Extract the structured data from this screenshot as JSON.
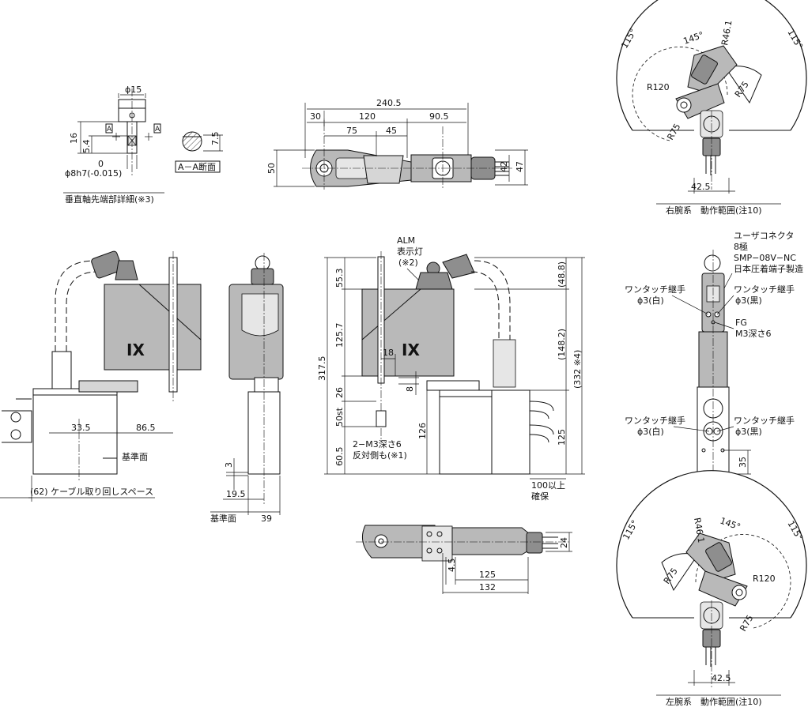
{
  "details": {
    "phi15": "ϕ15",
    "dim16": "16",
    "dim5_4": "5.4",
    "phi8": "ϕ8h7(-0.015)",
    "zero": "0",
    "markA": "A",
    "dim7_5": "7.5",
    "section": "A－A断面",
    "caption": "垂直軸先端部詳細(※3)"
  },
  "top_view": {
    "d240_5": "240.5",
    "d30": "30",
    "d120": "120",
    "d90_5": "90.5",
    "d75": "75",
    "d45": "45",
    "d50": "50",
    "d47": "47",
    "d42": "42"
  },
  "right_arm": {
    "a115l": "115°",
    "a115r": "115°",
    "a145": "145°",
    "r46": "R46.1",
    "r120": "R120",
    "r75a": "R75",
    "r75b": "R75",
    "d42_5": "42.5",
    "caption": "右腕系　動作範囲(注10)"
  },
  "left_arm": {
    "a115l": "115°",
    "a115r": "115°",
    "a145": "145°",
    "r46": "R46.1",
    "r75a": "R75",
    "r120": "R120",
    "r75b": "R75",
    "d42_5": "42.5",
    "caption": "左腕系　動作範囲(注10)"
  },
  "left_side": {
    "d33_5": "33.5",
    "d86_5": "86.5",
    "datum": "基準面",
    "cable": "(62) ケーブル取り回しスペース",
    "logo": "IX"
  },
  "front": {
    "d3": "3",
    "d19_5": "19.5",
    "datum": "基準面",
    "d39": "39"
  },
  "main": {
    "alm1": "ALM",
    "alm2": "表示灯",
    "alm3": "(※2)",
    "d55_3": "55.3",
    "d125_7": "125.7",
    "d317_5": "317.5",
    "d26": "26",
    "d50st": "50st",
    "d60_5": "60.5",
    "d18": "18",
    "d8": "8",
    "d126": "126",
    "d125": "125",
    "d48_8": "(48.8)",
    "d148_2": "(148.2)",
    "d332": "(332 ※4)",
    "m3a": "2−M3深さ6",
    "m3b": "反対側も(※1)",
    "d100a": "100以上",
    "d100b": "確保",
    "logo": "IX"
  },
  "bottom": {
    "d24": "24",
    "d4_5": "4.5",
    "d125": "125",
    "d132": "132"
  },
  "connector": {
    "l1": "ユーザコネクタ",
    "l2": "8極",
    "l3": "SMP−08V−NC",
    "l4": "日本圧着端子製造",
    "wl1": "ワンタッチ継手",
    "wl2": "ϕ3(白)",
    "wr1": "ワンタッチ継手",
    "wr2": "ϕ3(黒)",
    "fg1": "FG",
    "fg2": "M3深さ6",
    "wl3": "ワンタッチ継手",
    "wl4": "ϕ3(白)",
    "wr3": "ワンタッチ継手",
    "wr4": "ϕ3(黒)",
    "d35": "35"
  }
}
